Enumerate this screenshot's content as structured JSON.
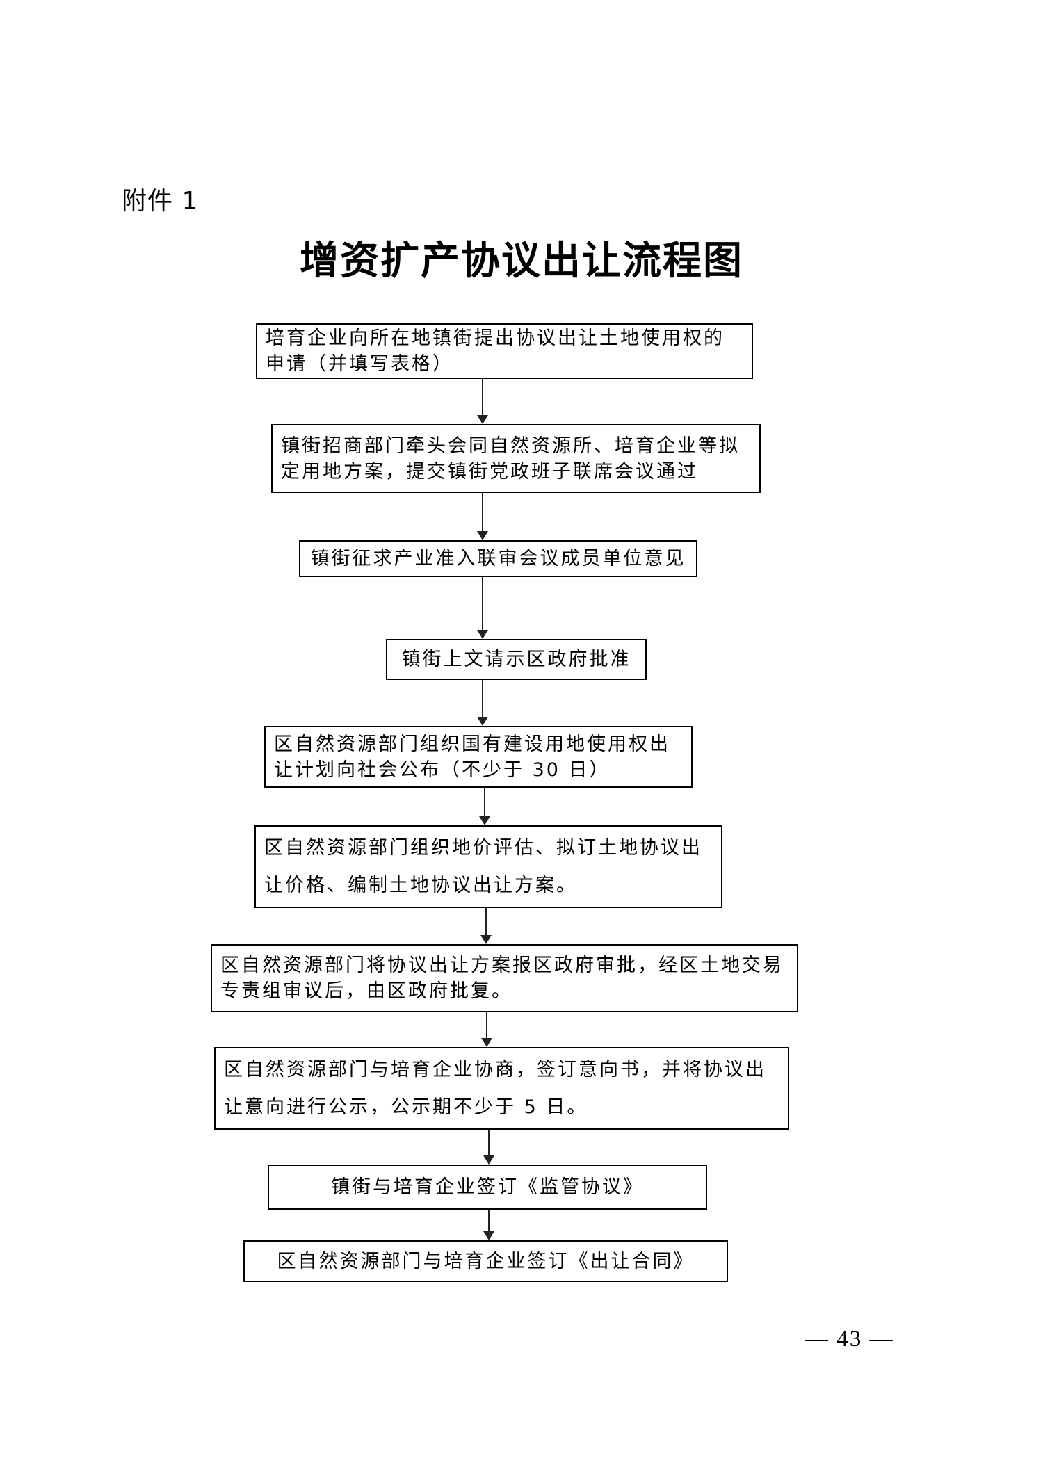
{
  "attachment_label": "附件 1",
  "title": "增资扩产协议出让流程图",
  "steps": [
    "培育企业向所在地镇街提出协议出让土地使用权的申请（并填写表格）",
    "镇街招商部门牵头会同自然资源所、培育企业等拟定用地方案，提交镇街党政班子联席会议通过",
    "镇街征求产业准入联审会议成员单位意见",
    "镇街上文请示区政府批准",
    "区自然资源部门组织国有建设用地使用权出让计划向社会公布（不少于 30 日）",
    "区自然资源部门组织地价评估、拟订土地协议出让价格、编制土地协议出让方案。",
    "区自然资源部门将协议出让方案报区政府审批，经区土地交易专责组审议后，由区政府批复。",
    "区自然资源部门与培育企业协商，签订意向书，并将协议出让意向进行公示，公示期不少于 5 日。",
    "镇街与培育企业签订《监管协议》",
    "区自然资源部门与培育企业签订《出让合同》"
  ],
  "page_number": "— 43 —"
}
